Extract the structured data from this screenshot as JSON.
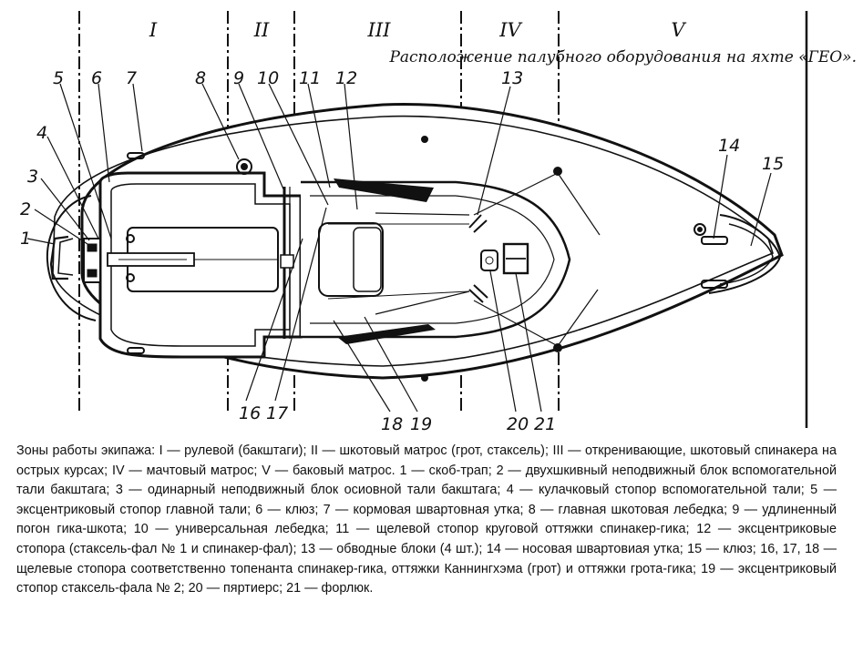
{
  "heading": "Расположение палубного оборудования на яхте «ГЕО».",
  "zones": [
    {
      "roman": "I"
    },
    {
      "roman": "II"
    },
    {
      "roman": "III"
    },
    {
      "roman": "IV"
    },
    {
      "roman": "V"
    }
  ],
  "callouts": [
    "1",
    "2",
    "3",
    "4",
    "5",
    "6",
    "7",
    "8",
    "9",
    "10",
    "11",
    "12",
    "13",
    "14",
    "15",
    "16",
    "17",
    "18",
    "19",
    "20",
    "21"
  ],
  "caption": "Зоны работы экипажа: I — рулевой (бакштаги); II — шкотовый матрос (грот, стаксель); III — откренивающие, шкотовый спинакера на острых курсах; IV — мачтовый матрос; V — баковый матрос. 1 — скоб-трап; 2 — двухшкивный неподвижный блок вспомогательной тали бакштага; 3 — одинарный неподвижный блок осиовной тали бакштага; 4 — кулачковый стопор вспомогательной тали; 5 — эксцентриковый стопор главной тали; 6 — клюз; 7 — кормовая швартовная утка; 8 — главная шкотовая лебедка; 9 — удлиненный погон гика-шкота; 10 — универсальная лебедка; 11 — щелевой стопор круговой оттяжки спинакер-гика; 12 — эксцентриковые стопора (стаксель-фал № 1 и спинакер-фал); 13 — обводные блоки (4 шт.); 14 — носовая швартовиая утка; 15 — клюз; 16, 17, 18 — щелевые стопора соответственно топенанта спинакер-гика, оттяжки Каннингхэма (грот) и оттяжки грота-гика; 19 — эксцентриковый стопор стаксель-фала № 2; 20 — пяртиерс; 21 — форлюк."
}
